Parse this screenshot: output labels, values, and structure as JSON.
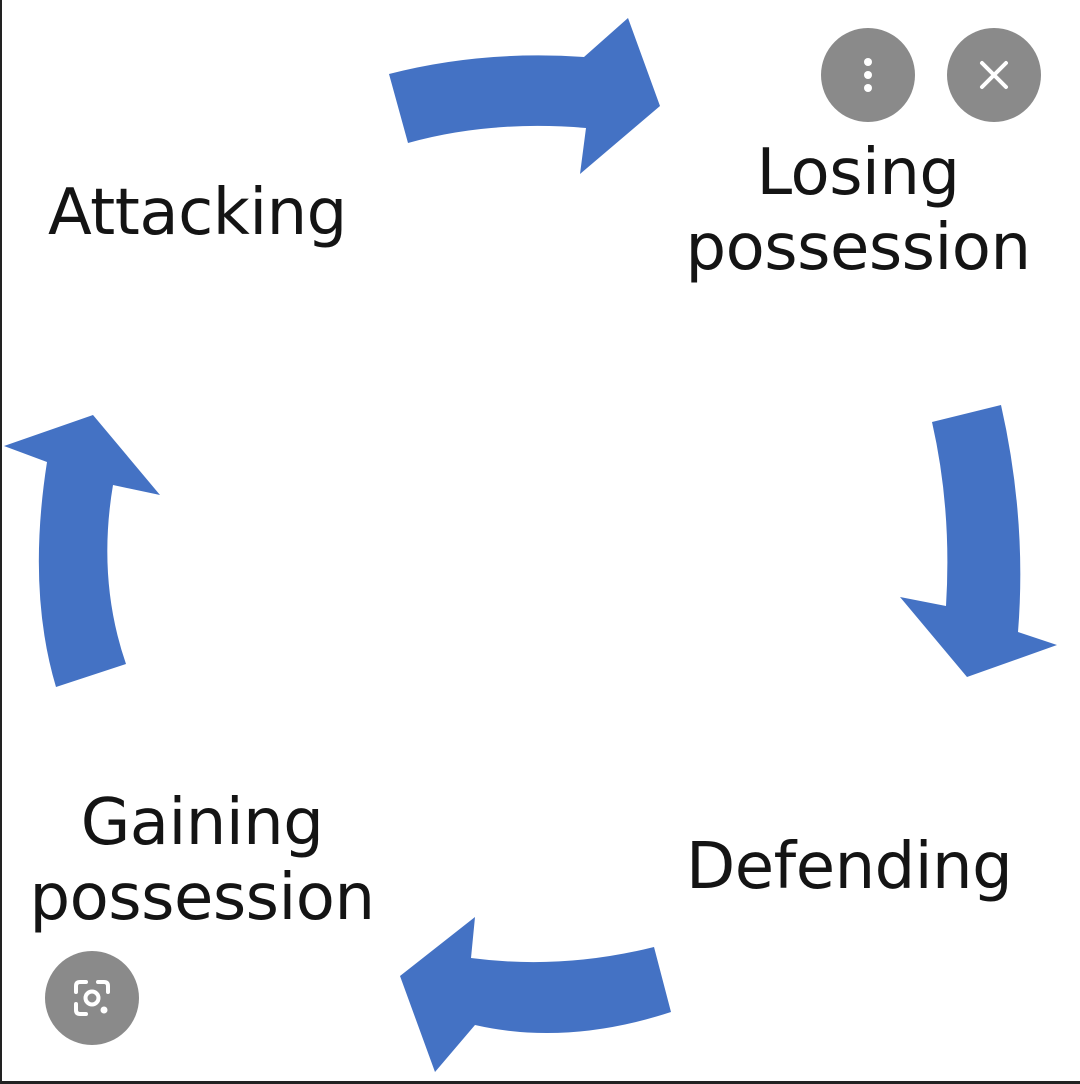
{
  "diagram": {
    "stages": [
      {
        "label": "Attacking"
      },
      {
        "label": "Losing\npossession"
      },
      {
        "label": "Defending"
      },
      {
        "label": "Gaining\npossession"
      }
    ],
    "arrow_color": "#4472C4"
  },
  "overlay": {
    "more_icon": "more-vert-icon",
    "close_icon": "close-icon",
    "lens_icon": "visual-search-icon",
    "button_color": "#8a8a8a"
  }
}
